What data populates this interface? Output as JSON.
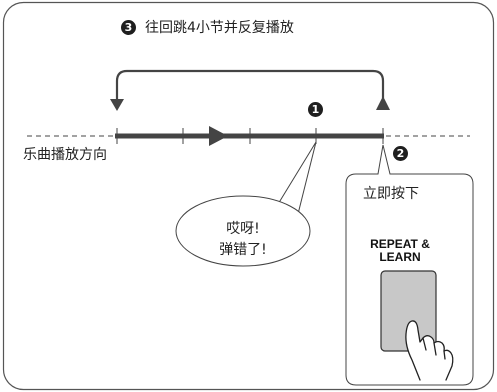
{
  "title": {
    "step": "3",
    "text": "往回跳4小节并反复播放"
  },
  "timeline": {
    "direction_label": "乐曲播放方向",
    "measure_count": 4
  },
  "markers": {
    "current": "1",
    "press": "2"
  },
  "speech_bubble": {
    "line1": "哎呀!",
    "line2": "弹错了!"
  },
  "button_panel": {
    "heading": "立即按下",
    "button_line1": "REPEAT &",
    "button_line2": "LEARN"
  },
  "icons": [
    "hand-pointer-icon",
    "play-arrow-icon",
    "loop-back-arrow-icon"
  ],
  "colors": {
    "line": "#444444",
    "button_fill": "#c8c8c8",
    "badge": "#1f1f1f"
  }
}
